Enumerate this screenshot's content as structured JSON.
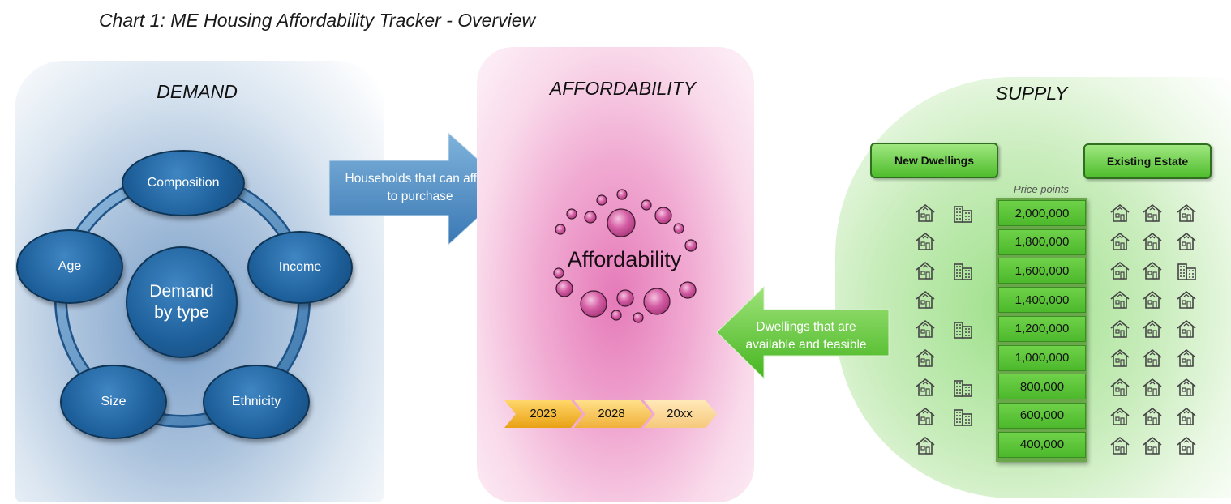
{
  "title": "Chart 1:  ME Housing Affordability Tracker - Overview",
  "sections": {
    "demand": "DEMAND",
    "affordability": "AFFORDABILITY",
    "supply": "SUPPLY"
  },
  "demand": {
    "center": "Demand by type",
    "nodes": [
      "Composition",
      "Income",
      "Ethnicity",
      "Size",
      "Age"
    ]
  },
  "arrows": {
    "households": "Households that can afford to purchase",
    "dwellings": "Dwellings that are available and feasible"
  },
  "affordability": {
    "label": "Affordability",
    "timeline": [
      "2023",
      "2028",
      "20xx"
    ]
  },
  "supply": {
    "new_dwellings": "New Dwellings",
    "existing_estate": "Existing Estate",
    "price_points_label": "Price points",
    "price_points": [
      "2,000,000",
      "1,800,000",
      "1,600,000",
      "1,400,000",
      "1,200,000",
      "1,000,000",
      "800,000",
      "600,000",
      "400,000"
    ]
  },
  "colors": {
    "demand_blue": "#1d5f9a",
    "afford_pink": "#e57ab9",
    "supply_green": "#4fbd2d",
    "timeline_gold": "#f2b21c"
  }
}
